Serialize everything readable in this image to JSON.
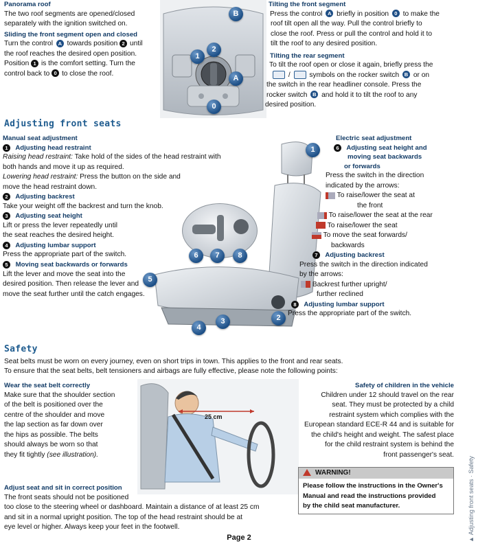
{
  "panorama": {
    "title": "Panorama roof",
    "intro": "The two roof segments are opened/closed\nseparately with the ignition switched on.",
    "sliding_title": "Sliding the front segment open and closed",
    "sliding_l1a": "Turn the control",
    "sliding_l1b": "towards position",
    "sliding_l1c": "until",
    "sliding_l2": "the roof reaches the desired open position.",
    "sliding_l3a": "Position",
    "sliding_l3b": "is the comfort setting. Turn the",
    "sliding_l4a": "control back to",
    "sliding_l4b": "to close the roof.",
    "tilt_front_title": "Tilting the front segment",
    "tilt_front_l1a": "Press the control",
    "tilt_front_l1b": "briefly in position",
    "tilt_front_l1c": "to make the",
    "tilt_front_rest": "roof tilt open all the way. Pull the control briefly to\nclose the roof. Press or pull the control and hold it to\ntilt the roof to any desired position.",
    "tilt_rear_title": "Tilting the rear segment",
    "tilt_rear_l1": "To tilt the roof open or close it again, briefly press the",
    "tilt_rear_l2a": "/",
    "tilt_rear_l2b": "symbols on the rocker switch",
    "tilt_rear_l2c": "or on",
    "tilt_rear_l3": "the switch in the rear headliner console. Press the",
    "tilt_rear_l4a": "rocker switch",
    "tilt_rear_l4b": "and hold it to tilt the roof to any",
    "tilt_rear_l5": "desired position.",
    "labels": {
      "A": "A",
      "B": "B",
      "zero": "0",
      "one": "1",
      "two": "2"
    }
  },
  "seats": {
    "title": "Adjusting front seats",
    "manual_title": "Manual seat adjustment",
    "head_title": "Adjusting head restraint",
    "raise_label": "Raising head restraint:",
    "raise_text": "Take hold of the sides of the head restraint with\nboth hands and move it up as required.",
    "lower_label": "Lowering head restraint:",
    "lower_text": "Press the button on the side and\nmove the head restraint down.",
    "backrest_title": "Adjusting backrest",
    "backrest_text": "Take your weight off the backrest and turn the knob.",
    "height_title": "Adjusting seat height",
    "height_text": "Lift or press the lever repeatedly until\nthe seat reaches the desired height.",
    "lumbar_title": "Adjusting lumbar support",
    "lumbar_text": "Press the appropriate part of the switch.",
    "move_title": "Moving seat backwards or forwards",
    "move_text": "Lift the lever and move the seat into the\ndesired position. Then release the lever and\nmove the seat further until the catch engages.",
    "electric_title": "Electric seat adjustment",
    "e_height_title1": "Adjusting seat height and",
    "e_height_title2": "moving seat backwards",
    "e_height_title3": "or forwards",
    "e_height_text": "Press the switch in the direction\nindicated by the arrows:",
    "e_arrow1a": "To raise/lower the seat at",
    "e_arrow1b": "the front",
    "e_arrow2": "To raise/lower the seat at the rear",
    "e_arrow3": "To raise/lower the seat",
    "e_arrow4a": "To move the seat forwards/",
    "e_arrow4b": "backwards",
    "e_back_title": "Adjusting backrest",
    "e_back_text": "Press the switch in the direction indicated\nby the arrows:",
    "e_back_a1": "Backrest further upright/",
    "e_back_a2": "further reclined",
    "e_lumbar_title": "Adjusting lumbar support",
    "e_lumbar_text": "Press the appropriate part of the switch.",
    "nums": [
      "1",
      "2",
      "3",
      "4",
      "5",
      "6",
      "7",
      "8"
    ]
  },
  "safety": {
    "title": "Safety",
    "intro": "Seat belts must be worn on every journey, even on short trips in town. This applies to the front and rear seats.\nTo ensure that the seat belts, belt tensioners and airbags are fully effective, please note the following points:",
    "belt_title": "Wear the seat belt correctly",
    "belt_text": "Make sure that the shoulder section\nof the belt is positioned over the\ncentre of the shoulder and move\nthe lap section as far down over\nthe hips as possible. The belts\nshould always be worn so that\nthey fit tightly ",
    "belt_ref": "(see illustration).",
    "seat_title": "Adjust seat and sit in correct position",
    "seat_text1": "The front seats should not be positioned",
    "seat_text2": "too close to the steering wheel or dashboard. Maintain a distance of at least 25 cm\nand sit in a normal upright position. The top of the head restraint should be at\neye level or higher. Always keep your feet in the footwell.",
    "distance_label": "25 cm",
    "children_title": "Safety of children in the vehicle",
    "children_text": "Children under 12 should travel on the rear\nseat. They must be protected by a child\nrestraint system which complies with the\nEuropean standard ECE-R 44 and is suitable for\nthe child's height and weight. The safest place\nfor the child restraint system is behind the\nfront passenger's seat.",
    "warning_title": "WARNING!",
    "warning_text": "Please follow the instructions in the Owner's\nManual and read the instructions provided\nby the child seat manufacturer."
  },
  "side_text": "▲ Adjusting front seats · Safety",
  "footer": "Page 2"
}
